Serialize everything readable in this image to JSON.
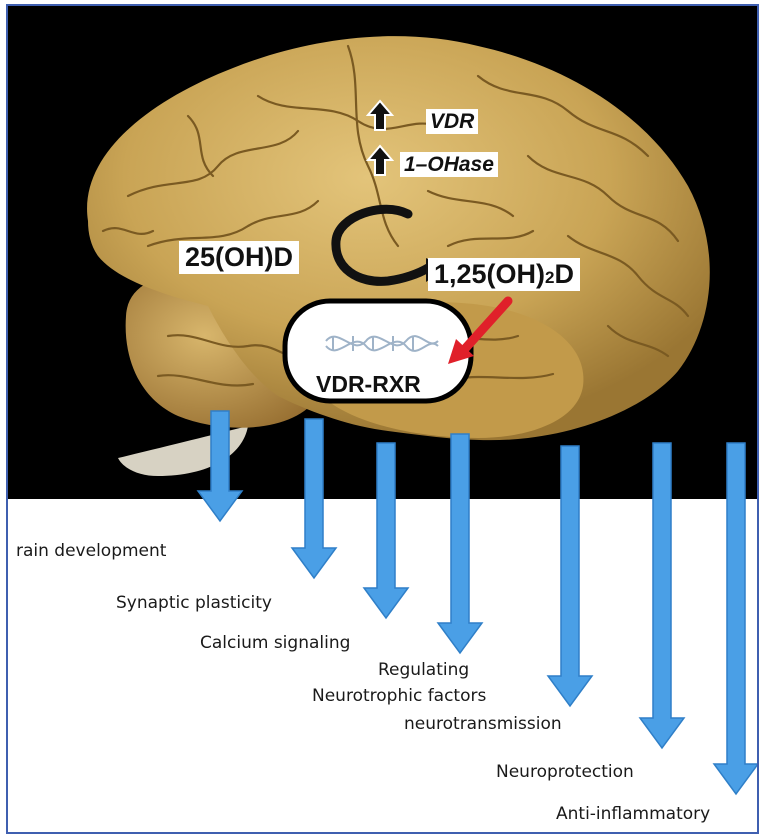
{
  "labels": {
    "vdr": "VDR",
    "ohase": "1–OHase",
    "d25": "25(OH)D",
    "d125_main": "1,25(OH)",
    "d125_sub": "2",
    "d125_end": "D",
    "complex": "VDR-RXR"
  },
  "effects": [
    "rain development",
    "Synaptic plasticity",
    "Calcium signaling",
    "Regulating",
    "Neurotrophic factors",
    "neurotransmission",
    "Neuroprotection",
    "Anti-inflammatory"
  ],
  "colors": {
    "background_top": "#000000",
    "brain": "#c9a455",
    "brain_shadow": "#8a6a2a",
    "effect_arrow": "#4a9fe6",
    "effect_arrow_edge": "#2f7fc8",
    "red_arrow": "#e0202a",
    "frame": "#3f5fb0"
  },
  "icons": [
    "up-arrow-icon",
    "curved-arrow-icon",
    "red-arrow-icon",
    "dna-icon",
    "down-arrow-icon"
  ]
}
